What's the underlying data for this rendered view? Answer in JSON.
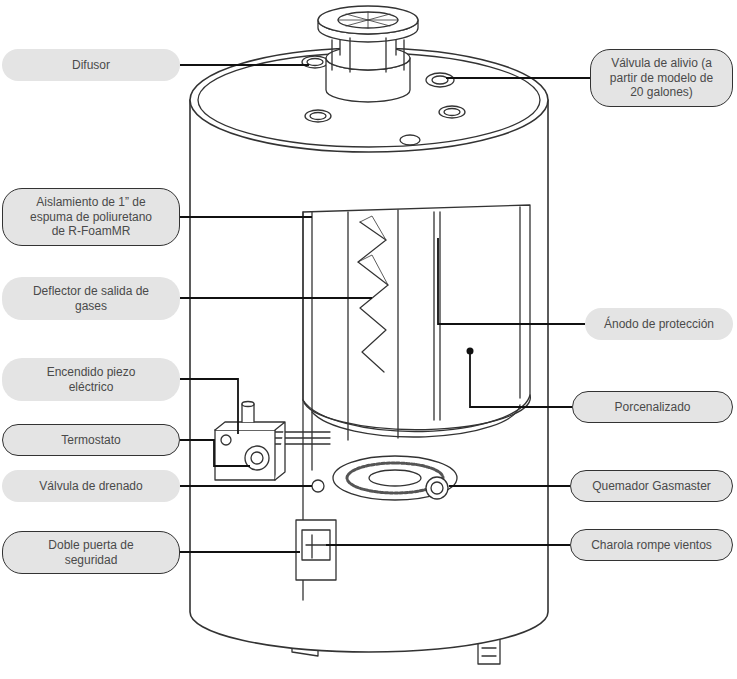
{
  "diagram": {
    "nodes": [
      {
        "text": [
          "Difusor"
        ]
      },
      {
        "text": [
          "Válvula de alivio (a partir de modelo de 20 galones)"
        ]
      },
      {
        "text": [
          "Aislamiento de 1” de espuma de poliuretano de R-FoamMR"
        ]
      },
      {
        "text": [
          "Deflector de salida de gases"
        ]
      },
      {
        "text": [
          "Ánodo de protección"
        ]
      },
      {
        "text": [
          "Encendido piezo eléctrico"
        ]
      },
      {
        "text": [
          "Porcenalizado"
        ]
      },
      {
        "text": [
          "Termostato"
        ]
      },
      {
        "text": [
          "Válvula de drenado"
        ]
      },
      {
        "text": [
          "Quemador Gasmaster"
        ]
      },
      {
        "text": [
          "Doble puerta de seguridad"
        ]
      },
      {
        "text": [
          "Charola rompe vientos"
        ]
      }
    ]
  }
}
